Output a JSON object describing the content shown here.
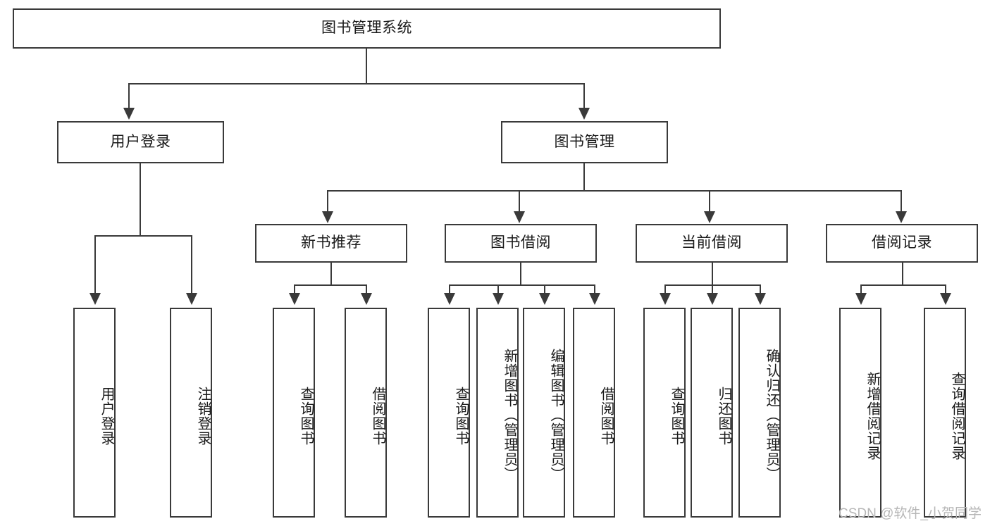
{
  "diagram": {
    "title": "图书管理系统",
    "type": "hierarchy-tree",
    "root": {
      "label": "图书管理系统"
    },
    "level2": [
      {
        "label": "用户登录"
      },
      {
        "label": "图书管理"
      }
    ],
    "level3": [
      {
        "label": "新书推荐"
      },
      {
        "label": "图书借阅"
      },
      {
        "label": "当前借阅"
      },
      {
        "label": "借阅记录"
      }
    ],
    "leaves": {
      "user_login": [
        {
          "label": "用户登录"
        },
        {
          "label": "注销登录"
        }
      ],
      "new_book_recommend": [
        {
          "label": "查询图书"
        },
        {
          "label": "借阅图书"
        }
      ],
      "book_borrow": [
        {
          "label": "查询图书"
        },
        {
          "label": "新增图书（管理员）"
        },
        {
          "label": "编辑图书（管理员）"
        },
        {
          "label": "借阅图书"
        }
      ],
      "current_borrow": [
        {
          "label": "查询图书"
        },
        {
          "label": "归还图书"
        },
        {
          "label": "确认归还（管理员）"
        }
      ],
      "borrow_record": [
        {
          "label": "新增借阅记录"
        },
        {
          "label": "查询借阅记录"
        }
      ]
    }
  },
  "watermark": {
    "text": "CSDN @软件_小贺同学"
  },
  "colors": {
    "stroke": "#3a3a3a",
    "background": "#ffffff",
    "text": "#1a1a1a",
    "watermark": "#b6b6b6"
  }
}
